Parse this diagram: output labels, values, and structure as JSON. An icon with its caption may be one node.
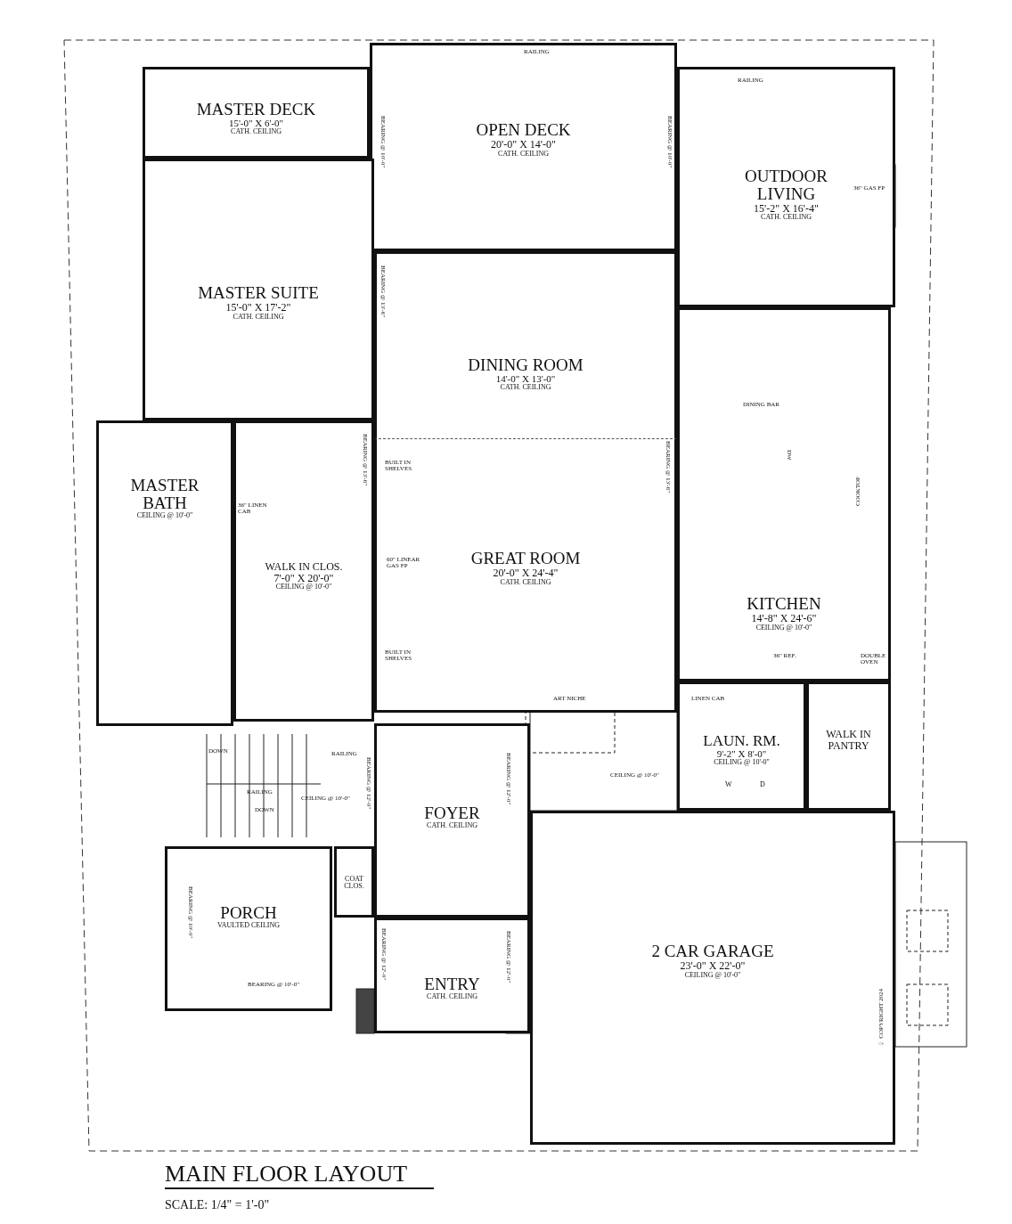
{
  "diagram": {
    "title": "MAIN FLOOR LAYOUT",
    "caption": "SCALE: 1/4\" = 1'-0\"",
    "nodes": [
      {
        "text": [
          "MASTER DECK",
          "15'-0\" X 6'-0\"",
          "CATH. CEILING"
        ]
      },
      {
        "text": [
          "OPEN DECK",
          "20'-0\" X 14'-0\"",
          "CATH. CEILING"
        ]
      },
      {
        "text": [
          "OUTDOOR LIVING",
          "15'-2\" X 16'-4\"",
          "CATH. CEILING"
        ]
      },
      {
        "text": [
          "MASTER SUITE",
          "15'-0\" X 17'-2\"",
          "CATH. CEILING"
        ]
      },
      {
        "text": [
          "DINING ROOM",
          "14'-0\" X 13'-0\"",
          "CATH. CEILING"
        ]
      },
      {
        "text": [
          "MASTER BATH",
          "CEILING @ 10'-0\""
        ]
      },
      {
        "text": [
          "WALK IN CLOS.",
          "7'-0\" X 20'-0\"",
          "CEILING @ 10'-0\""
        ]
      },
      {
        "text": [
          "GREAT ROOM",
          "20'-0\" X 24'-4\"",
          "CATH. CEILING"
        ]
      },
      {
        "text": [
          "KITCHEN",
          "14'-8\" X 24'-6\"",
          "CEILING @ 10'-0\""
        ]
      },
      {
        "text": [
          "LAUN. RM.",
          "9'-2\" X 8'-0\"",
          "CEILING @ 10'-0\""
        ]
      },
      {
        "text": [
          "WALK IN PANTRY"
        ]
      },
      {
        "text": [
          "FOYER",
          "CATH. CEILING"
        ]
      },
      {
        "text": [
          "COAT CLOS."
        ]
      },
      {
        "text": [
          "PORCH",
          "VAULTED CEILING"
        ]
      },
      {
        "text": [
          "2 CAR GARAGE",
          "23'-0\" X 22'-0\"",
          "CEILING @ 10'-0\""
        ]
      },
      {
        "text": [
          "ENTRY",
          "CATH. CEILING"
        ]
      }
    ],
    "labels": [
      "RAILING",
      "RAILING",
      "BEARING @ 10'-0\"",
      "BEARING @ 10'-0\"",
      "36\" GAS FP",
      "BEARING @ 13'-6\"",
      "DINING BAR",
      "BUILT IN SHELVES",
      "BEARING @ 13'-6\"",
      "DW",
      "BEARING @ 13'-6\"",
      "COOKTOP",
      "36\" LINEN CAB",
      "60\" LINEAR GAS FP",
      "BUILT IN SHELVES",
      "36\" REF.",
      "DOUBLE OVEN",
      "ART NICHE",
      "LINEN CAB",
      "DOWN",
      "RAILING",
      "CEILING @ 10'-0\"",
      "W",
      "D",
      "RAILING",
      "CEILING @ 10'-0\"",
      "DOWN",
      "BEARING @ 12'-0\"",
      "BEARING @ 12'-0\"",
      "BEARING @ 10'-0\"",
      "BEARING @ 12'-0\"",
      "BEARING @ 12'-0\"",
      "BEARING @ 10'-0\"",
      "© COPYRIGHT 2024"
    ]
  }
}
